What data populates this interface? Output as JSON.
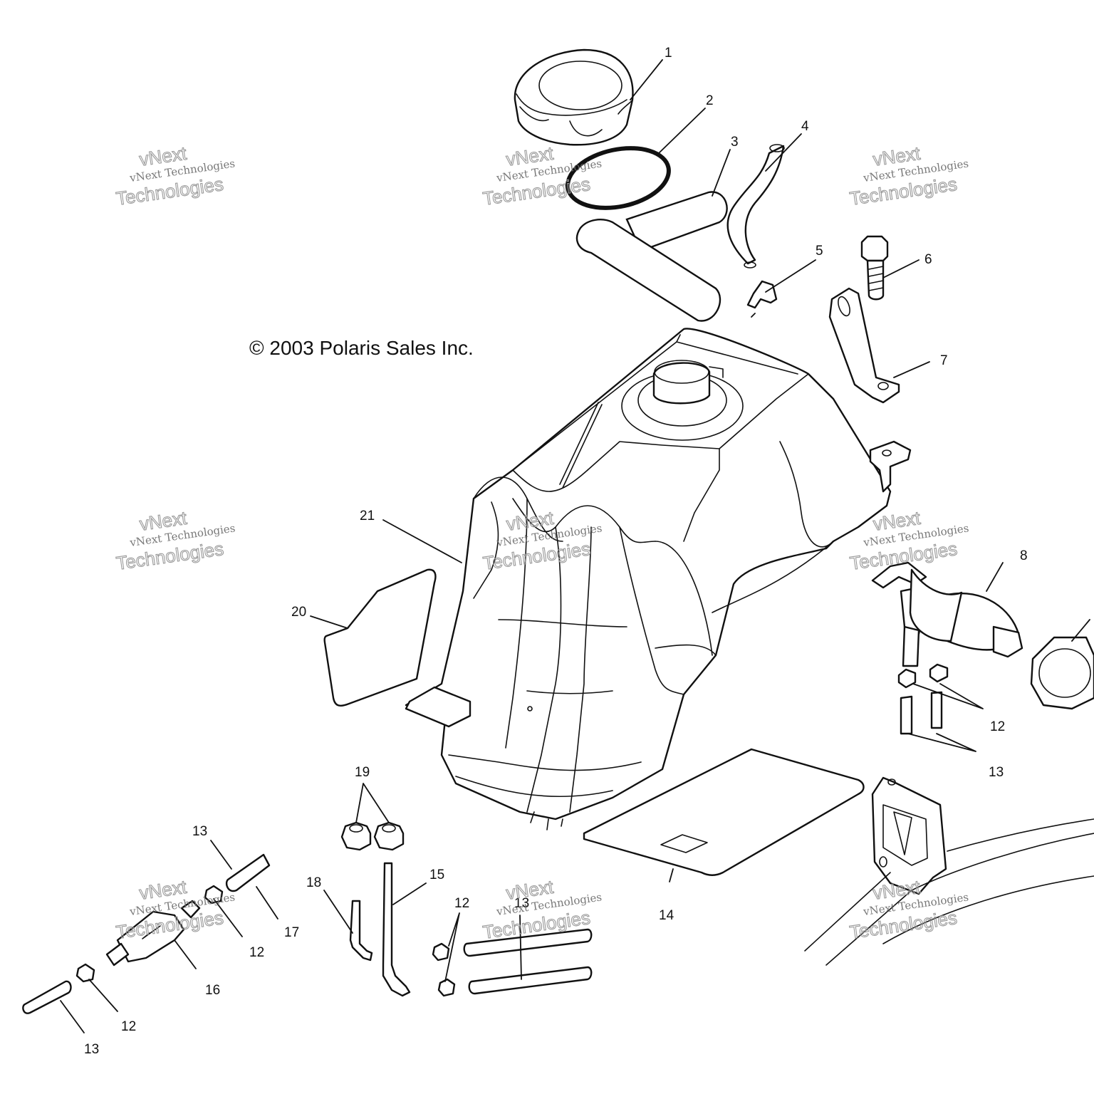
{
  "copyright": "© 2003 Polaris Sales Inc.",
  "watermark": {
    "line1": "vNext Technologies",
    "line2": "Technologies",
    "line3": "vNext"
  },
  "callouts": {
    "c1": "1",
    "c2": "2",
    "c3": "3",
    "c4": "4",
    "c5": "5",
    "c6": "6",
    "c7": "7",
    "c8": "8",
    "c12a": "12",
    "c12b": "12",
    "c12c": "12",
    "c12d": "12",
    "c13a": "13",
    "c13b": "13",
    "c13c": "13",
    "c13d": "13",
    "c14": "14",
    "c15": "15",
    "c16": "16",
    "c17": "17",
    "c18": "18",
    "c19": "19",
    "c20": "20",
    "c21": "21"
  },
  "colors": {
    "line": "#111111",
    "watermark": "#9a9a9a",
    "background": "#ffffff"
  }
}
